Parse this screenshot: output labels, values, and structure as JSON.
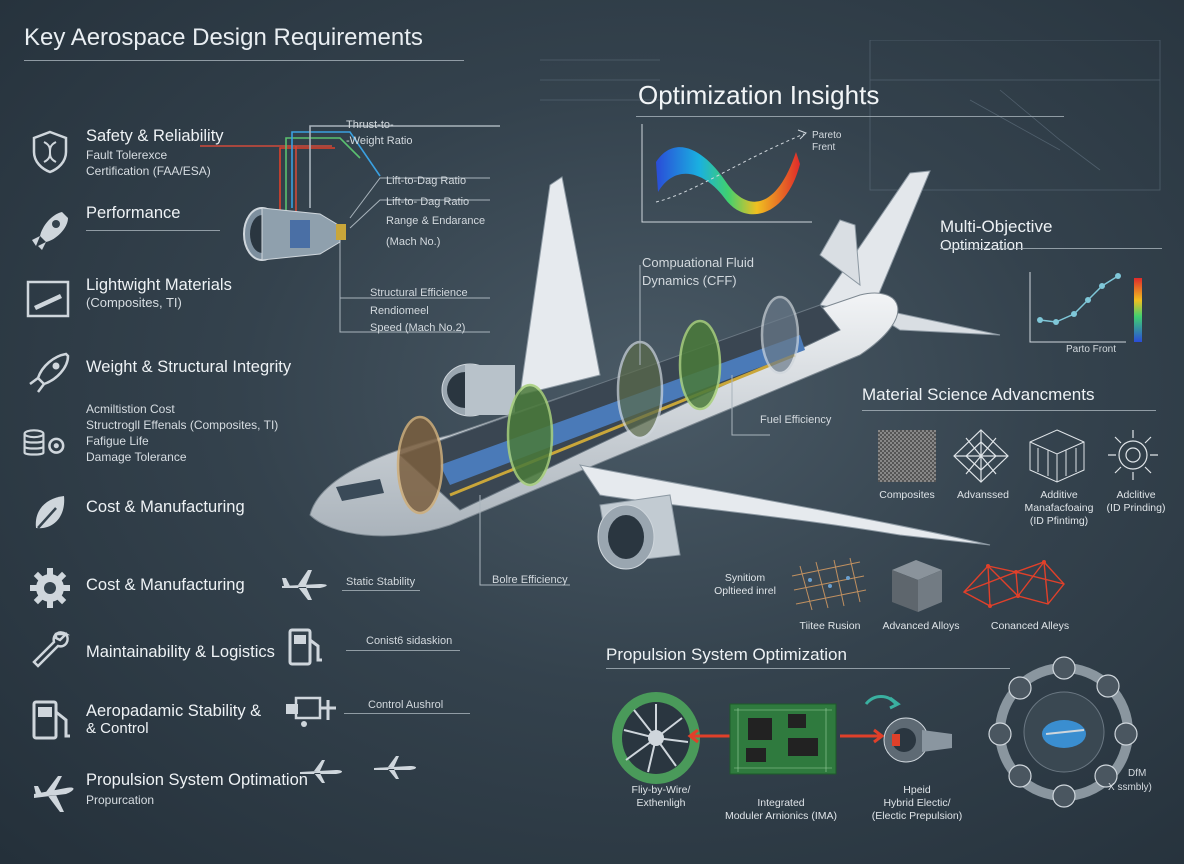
{
  "title": "Key Aerospace Design Requirements",
  "left_items": [
    {
      "label": "Safety & Reliability",
      "sub1": "Fault Tolerexce",
      "sub2": "Certification (FAA/ESA)",
      "icon": "dna-shield-icon"
    },
    {
      "label": "Performance",
      "icon": "rocket-icon"
    },
    {
      "label": "Lightwight Materials",
      "sub1": "(Composites, TI)",
      "icon": "material-sheet-icon"
    },
    {
      "label": "Weight & Structural Integrity",
      "icon": "rocket-icon"
    },
    {
      "lines": [
        "Acmiltistion Cost",
        "Structrogll Effenals (Composites, TI)",
        "Fafigue Life",
        "Damage Tolerance"
      ],
      "icon": "coins-gear-icon"
    },
    {
      "label": "Cost & Manufacturing",
      "icon": "leaf-icon"
    },
    {
      "label": "Cost & Manufacturing",
      "icon": "gear-icon"
    },
    {
      "label": "Maintainability & Logistics",
      "icon": "wrench-icon"
    },
    {
      "label": "Aeropadamic Stability &",
      "label2": "& Control",
      "icon": "fuel-pump-icon"
    },
    {
      "label": "Propulsion System Optimation",
      "sub1": "Propurcation",
      "icon": "airplane-icon"
    }
  ],
  "callouts": {
    "thrust": "Thrust-to-",
    "thrust2": "-Weight Ratio",
    "ltd1": "Lift-to-Dag Ratio",
    "ltd2": "Lift-to- Dag Ratio",
    "range": "Range & Endarance",
    "mach": "(Mach No.)",
    "struct1": "Structural Efficience",
    "struct2": "Rendiomeel",
    "struct3": "Speed (Mach No.2)",
    "cfd1": "Compuational Fluid",
    "cfd2": "Dynamics (CFF)",
    "fuel": "Fuel Efficiency",
    "static": "Static Stability",
    "bolre": "Bolre Efficiency",
    "consist": "Conist6 sidaskion",
    "control": "Control Aushrol"
  },
  "optimization": {
    "title": "Optimization Insights",
    "pareto_label": "Pareto",
    "pareto_label2": "Frent"
  },
  "multi_objective": {
    "title1": "Multi-Objective",
    "title2": "Optimization",
    "caption": "Parto Front"
  },
  "material_science": {
    "title": "Material Science Advancments",
    "items": [
      {
        "caption": "Composites"
      },
      {
        "caption": "Advanssed"
      },
      {
        "caption": "Additive",
        "caption2": "Manafacfoaing",
        "caption3": "(ID Pfintimg)"
      },
      {
        "caption": "Adclitive",
        "caption2": "(ID Prinding)"
      }
    ],
    "row2": [
      {
        "caption": "Synitiom",
        "caption2": "Opltieed inrel"
      },
      {
        "caption": "Tiitee Rusion"
      },
      {
        "caption": "Advanced Alloys"
      },
      {
        "caption": "Conanced Alleys"
      }
    ]
  },
  "propulsion": {
    "title": "Propulsion System Optimization",
    "cap1a": "Fliy-by-Wire/",
    "cap1b": "Exthenligh",
    "cap2a": "Integrated",
    "cap2b": "Moduler Arnionics (IMA)",
    "cap3a": "Hpeid",
    "cap3b": "Hybrid Electic/",
    "cap3c": "(Electic Prepulsion)",
    "dfm1": "DfM",
    "dfm2": "X ssmbly)"
  },
  "colors": {
    "accent_red": "#e0402a",
    "accent_green": "#4a9a5a",
    "line": "#a9b4bc"
  }
}
